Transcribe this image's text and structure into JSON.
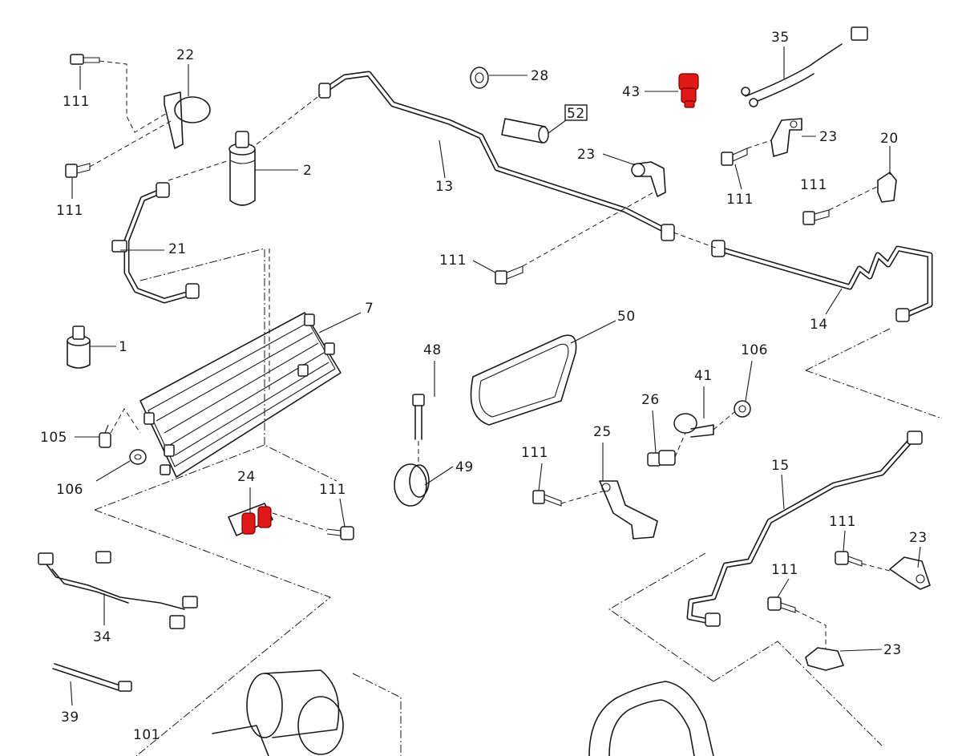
{
  "callouts": {
    "c1": "1",
    "c2": "2",
    "c7": "7",
    "c13": "13",
    "c14": "14",
    "c15": "15",
    "c20": "20",
    "c21": "21",
    "c22": "22",
    "c23a": "23",
    "c23b": "23",
    "c23c": "23",
    "c23d": "23",
    "c24": "24",
    "c25": "25",
    "c26": "26",
    "c28": "28",
    "c34": "34",
    "c35": "35",
    "c39": "39",
    "c41": "41",
    "c43": "43",
    "c48": "48",
    "c49": "49",
    "c50": "50",
    "c52": "52",
    "c101": "101",
    "c105": "105",
    "c106a": "106",
    "c106b": "106",
    "c111a": "111",
    "c111b": "111",
    "c111c": "111",
    "c111d": "111",
    "c111e": "111",
    "c111f": "111",
    "c111g": "111",
    "c111h": "111"
  },
  "highlight_color": "#e01818"
}
